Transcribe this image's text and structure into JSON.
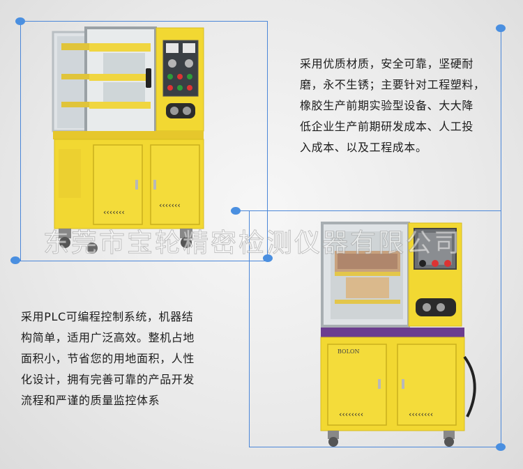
{
  "description_top": {
    "lines": [
      "采用优质材质，安全可靠，坚硬耐",
      "磨，永不生锈；主要针对工程塑料，",
      "橡胶生产前期实验型设备、大大降",
      "低企业生产前期研发成本、人工投",
      "入成本、以及工程成本。"
    ]
  },
  "description_bottom": {
    "lines": [
      "采用PLC可编程控制系统，机器结",
      "构简单，适用广泛高效。整机占地",
      "面积小，节省您的用地面积，人性",
      "化设计，拥有完善可靠的产品开发",
      "流程和严谨的质量监控体系"
    ]
  },
  "watermark": "东莞市宝轮精密检测仪器有限公司",
  "brand_plate": "BOLON",
  "colors": {
    "accent_blue": "#4a86d8",
    "machine_yellow": "#f2d832",
    "purple_strip": "#6b3d8f"
  }
}
